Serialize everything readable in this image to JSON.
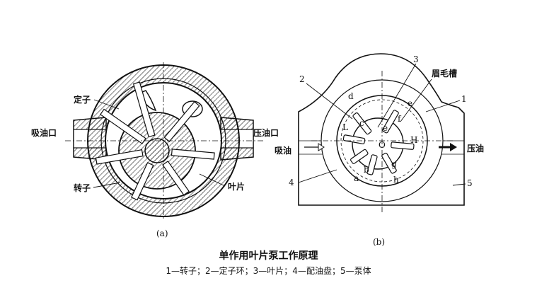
{
  "figure_a": {
    "sublabel": "(a)",
    "labels": {
      "stator": "定子",
      "inlet": "吸油口",
      "outlet": "压油口",
      "rotor": "转子",
      "vane": "叶片"
    }
  },
  "figure_b": {
    "sublabel": "(b)",
    "labels": {
      "n1": "1",
      "n2": "2",
      "n3": "3",
      "n4": "4",
      "n5": "5",
      "eyebrow_groove": "眉毛槽",
      "suction": "吸油",
      "discharge": "压油",
      "a": "a",
      "b": "b",
      "c": "c",
      "d": "d",
      "e": "e",
      "f": "f",
      "g": "g",
      "h": "h",
      "L": "L",
      "H": "H",
      "O": "O",
      "e_ecc": "e"
    }
  },
  "caption": {
    "title": "单作用叶片泵工作原理",
    "legend": "1—转子；2—定子环；3—叶片；4—配油盘；5—泵体"
  }
}
